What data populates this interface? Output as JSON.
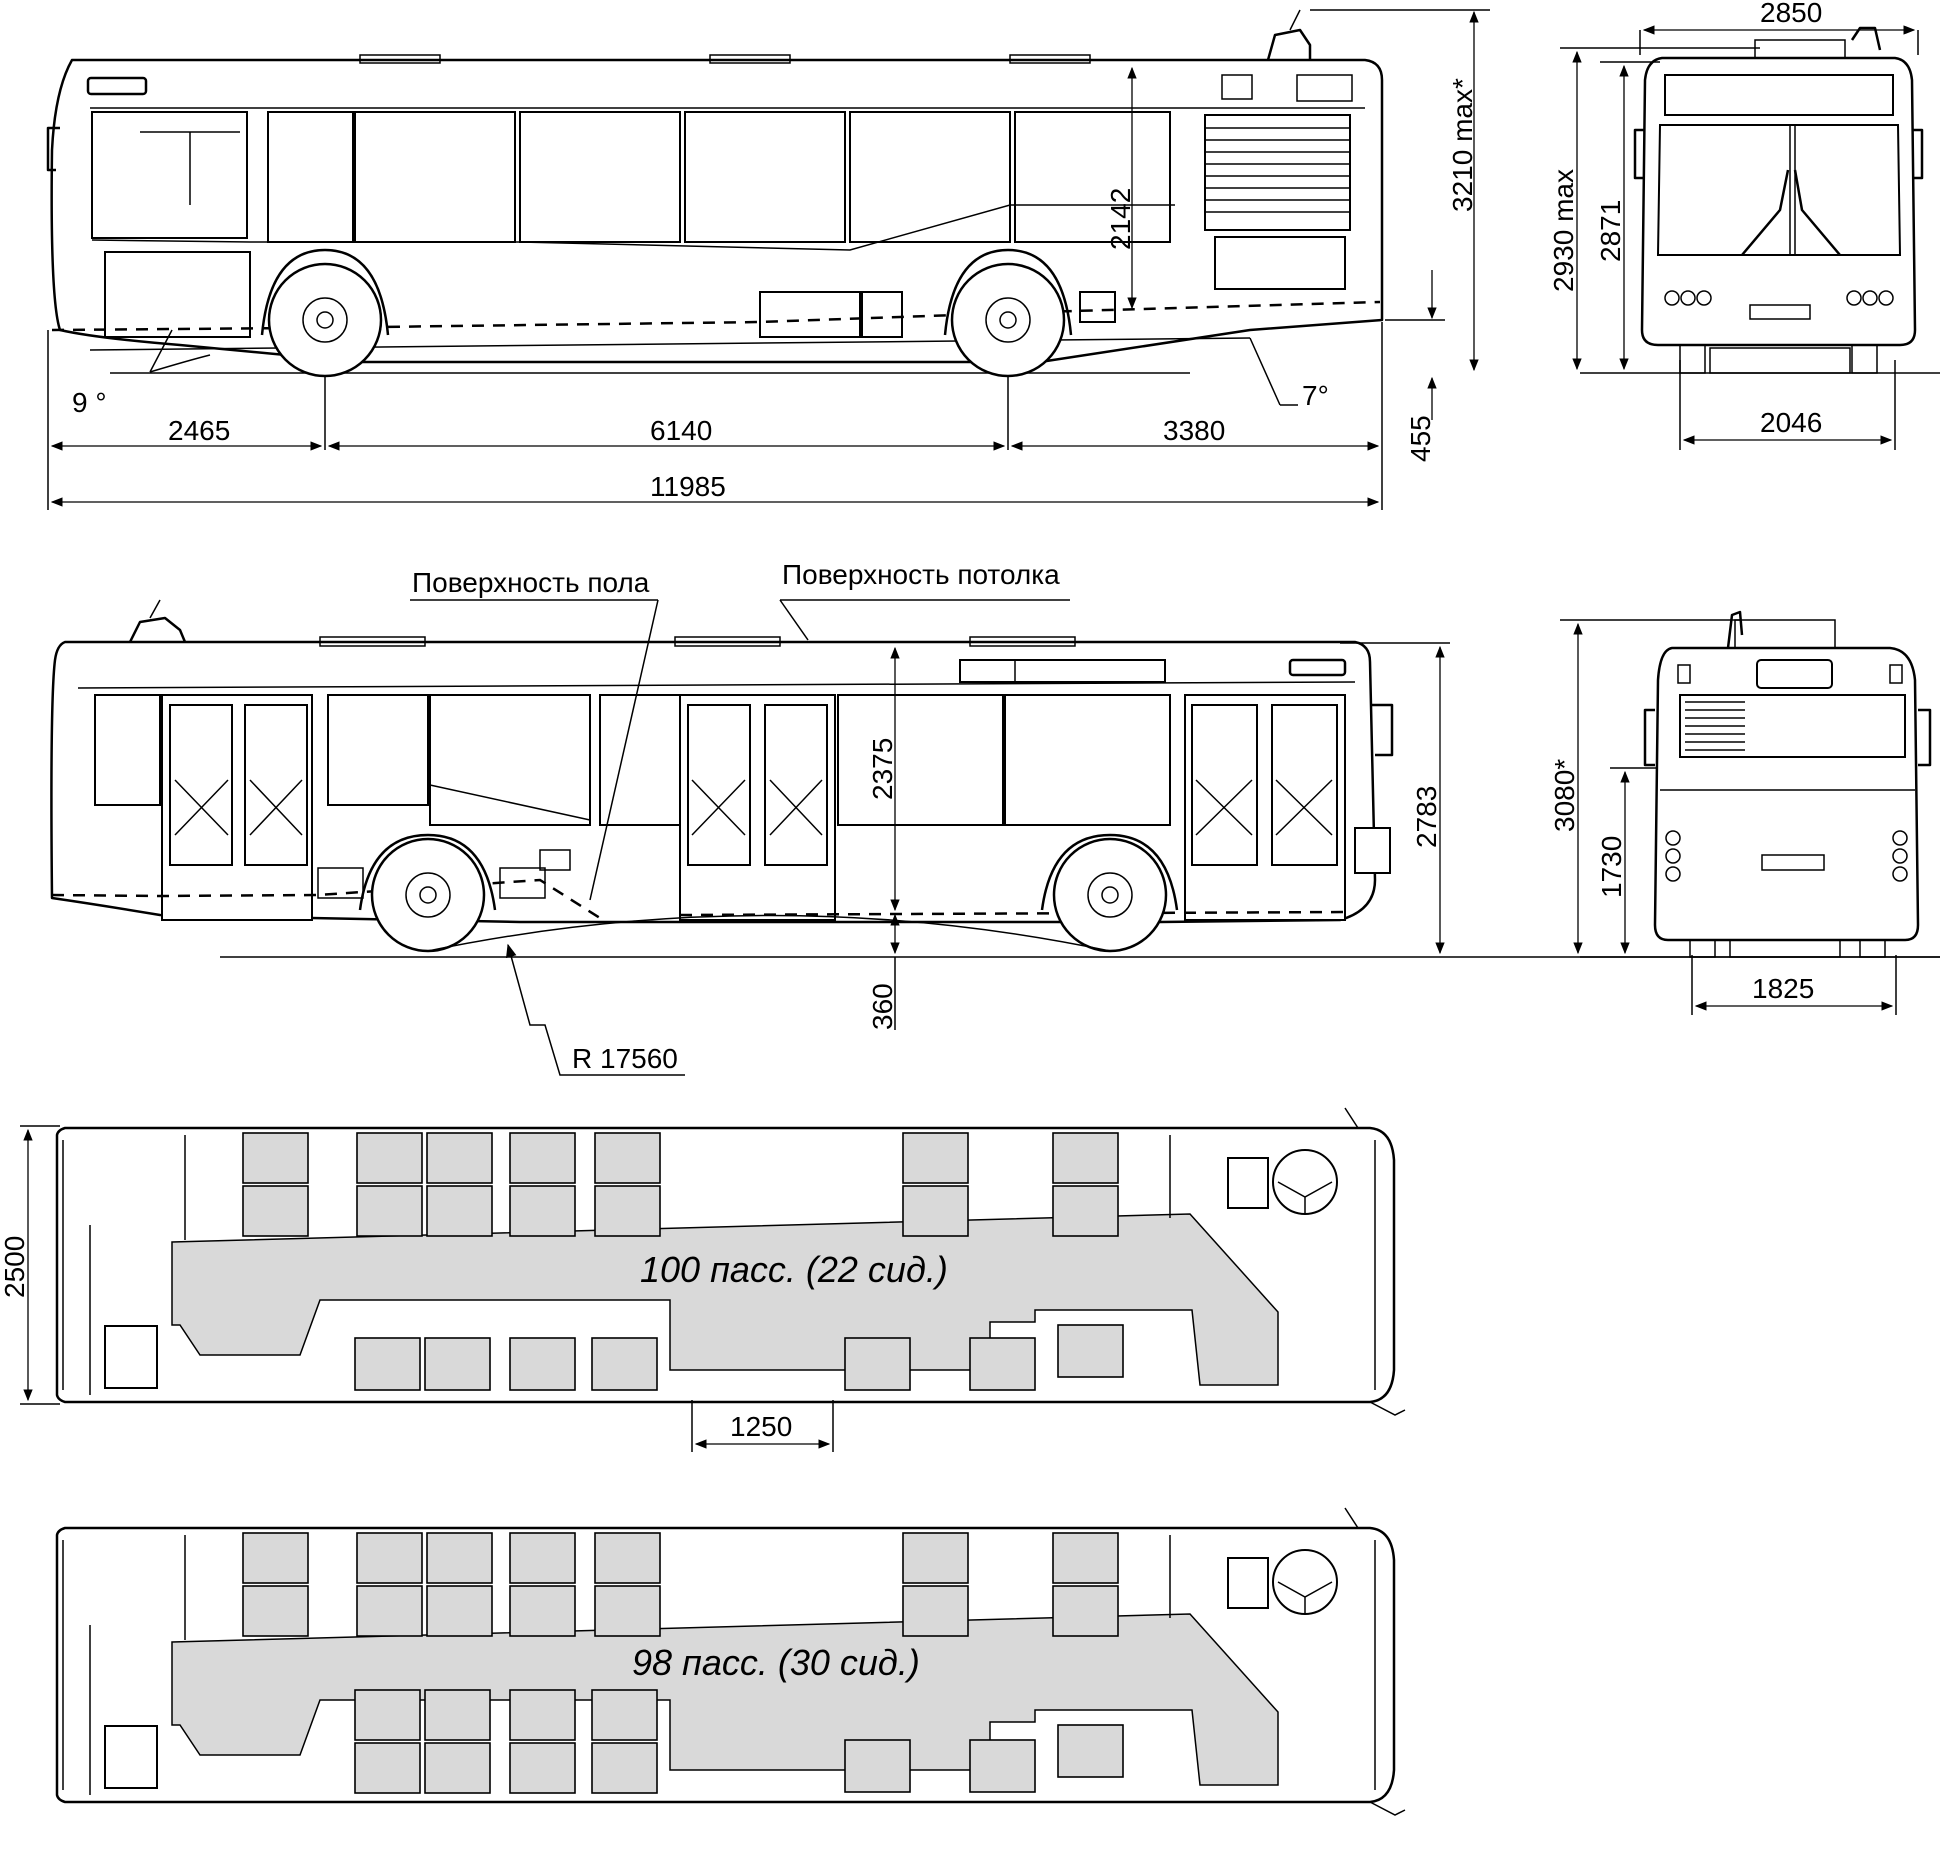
{
  "dimensions": {
    "front_overhang": "2465",
    "wheelbase": "6140",
    "rear_overhang": "3380",
    "overall_length": "11985",
    "ground_clearance_step": "455",
    "height_max_with_booms": "3210 max*",
    "interior_height_front": "2142",
    "front_width": "2850",
    "front_height_max": "2930 max",
    "front_height": "2871",
    "front_track": "2046",
    "approach_angle": "9 °",
    "departure_angle": "7°",
    "interior_height_side": "2375",
    "side_height": "2783",
    "ground_clearance": "360",
    "ramp_radius": "R 17560",
    "rear_height": "3080*",
    "rear_window_height": "1730",
    "rear_track": "1825",
    "interior_width": "2500",
    "door_width": "1250"
  },
  "annotations": {
    "floor_surface": "Поверхность пола",
    "ceiling_surface": "Поверхность потолка"
  },
  "layouts": {
    "layout_a_capacity": "100 пасс. (22 сид.)",
    "layout_b_capacity": "98 пасс. (30 сид.)"
  }
}
